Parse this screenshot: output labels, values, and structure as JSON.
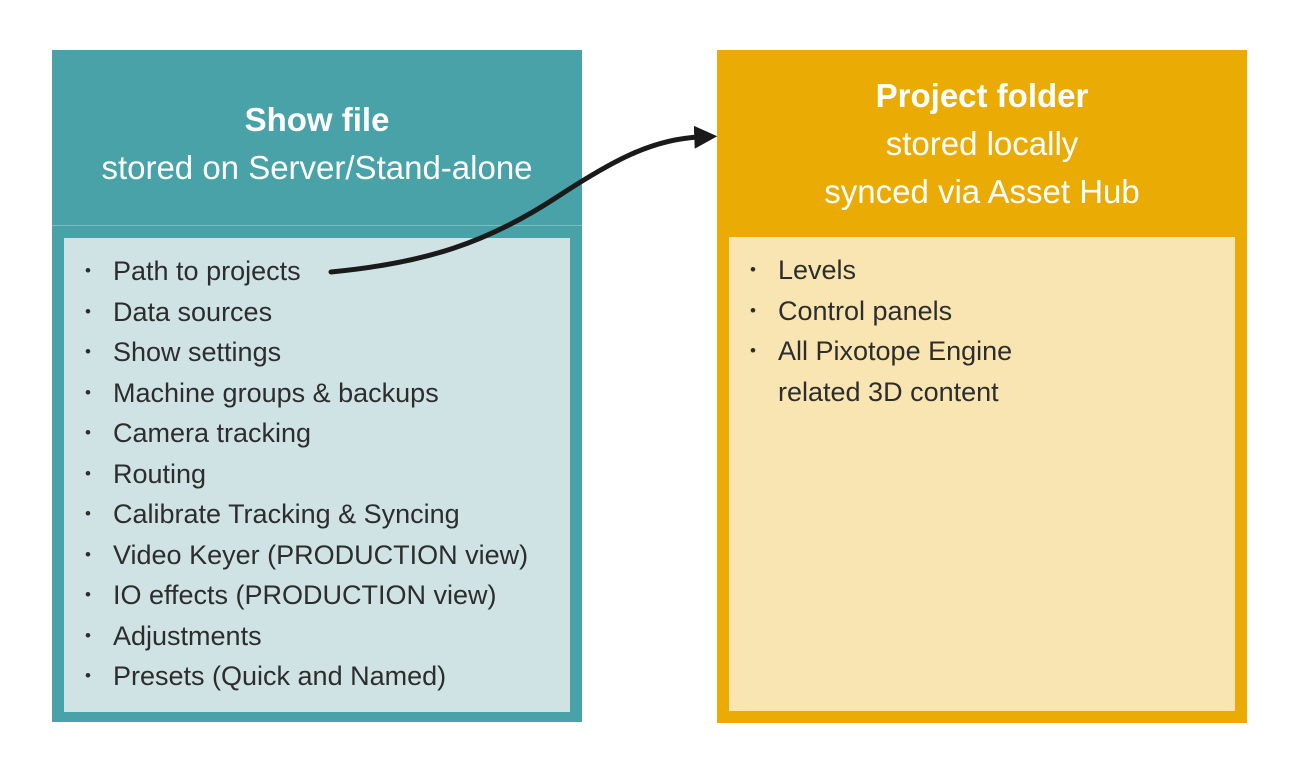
{
  "colors": {
    "teal-header": "#48a2a7",
    "teal-body": "#cfe3e4",
    "orange-header": "#e9ab04",
    "orange-body": "#f8e5b2",
    "text-dark": "#2d2d2d",
    "text-light": "#ffffff",
    "arrow": "#1a1a1a"
  },
  "left_box": {
    "title": "Show file",
    "subtitle": "stored on Server/Stand-alone",
    "items": [
      "Path to projects",
      "Data sources",
      "Show settings",
      "Machine groups & backups",
      "Camera tracking",
      "Routing",
      "Calibrate Tracking & Syncing",
      "Video Keyer (PRODUCTION view)",
      "IO effects (PRODUCTION view)",
      "Adjustments",
      "Presets (Quick and Named)"
    ]
  },
  "right_box": {
    "title": "Project folder",
    "subtitle_lines": [
      "stored locally",
      "synced via Asset Hub"
    ],
    "items": [
      "Levels",
      "Control panels",
      "All Pixotope Engine\nrelated 3D content"
    ]
  },
  "arrow": {
    "from": "Path to projects",
    "to": "Project folder"
  }
}
